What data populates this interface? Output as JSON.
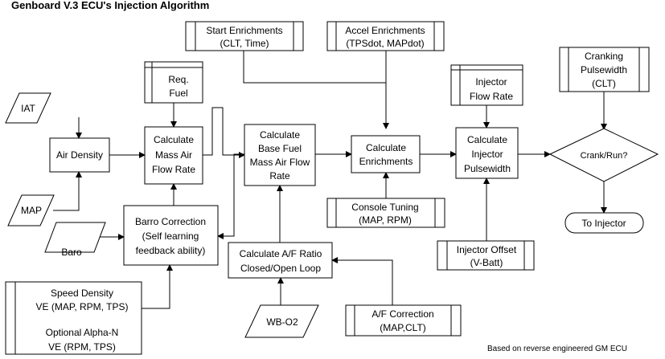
{
  "title": "Genboard V.3 ECU's Injection Algorithm",
  "footnote": "Based on reverse engineered GM ECU",
  "nodes": {
    "iat": "IAT",
    "map": "MAP",
    "baro": "Baro",
    "wb_o2": "WB-O2",
    "air_density": "Air Density",
    "req_fuel": [
      "Req.",
      "Fuel"
    ],
    "calc_mass_air": [
      "Calculate",
      "Mass Air",
      "Flow Rate"
    ],
    "barro_correction": [
      "Barro Correction",
      "(Self learning",
      "feedback ability)"
    ],
    "ve_table": [
      "Speed Density",
      "VE (MAP, RPM, TPS)",
      "",
      "Optional Alpha-N",
      "VE (RPM, TPS)"
    ],
    "calc_base_fuel": [
      "Calculate",
      "Base Fuel",
      "Mass Air Flow",
      "Rate"
    ],
    "calc_af_ratio": [
      "Calculate A/F Ratio",
      "Closed/Open Loop"
    ],
    "start_enrichments": [
      "Start Enrichments",
      "(CLT, Time)"
    ],
    "accel_enrichments": [
      "Accel Enrichments",
      "(TPSdot, MAPdot)"
    ],
    "calc_enrichments": [
      "Calculate",
      "Enrichments"
    ],
    "console_tuning": [
      "Console Tuning",
      "(MAP, RPM)"
    ],
    "af_correction": [
      "A/F Correction",
      "(MAP,CLT)"
    ],
    "injector_flow_rate": [
      "Injector",
      "Flow Rate"
    ],
    "calc_injector_pw": [
      "Calculate",
      "Injector",
      "Pulsewidth"
    ],
    "injector_offset": [
      "Injector Offset",
      "(V-Batt)"
    ],
    "cranking_pw": [
      "Cranking",
      "Pulsewidth",
      "(CLT)"
    ],
    "crank_run": "Crank/Run?",
    "to_injector": "To Injector"
  }
}
